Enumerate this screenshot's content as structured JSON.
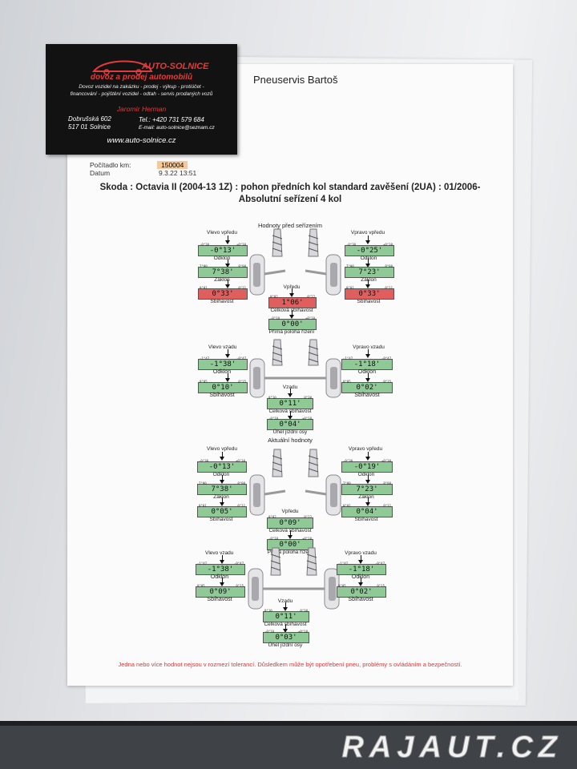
{
  "dealer": {
    "brand": "AUTO-SOLNICE",
    "slogan": "dovoz a prodej automobilů",
    "services_line1": "Dovoz vozidel na zakázku - prodej - výkup - protiúčet -",
    "services_line2": "financování - pojištění vozidel - odtah - servis prodaných vozů",
    "person": "Jaromír Herman",
    "address_line1": "Dobrušská 602",
    "address_line2": "517 01 Solnice",
    "phone": "Tel.: +420 731 579 684",
    "email": "E-mail: auto-solnice@seznam.cz",
    "web": "www.auto-solnice.cz",
    "colors": {
      "background": "#121212",
      "accent": "#e23b3b"
    }
  },
  "report": {
    "company": "Pneuservis Bartoš",
    "odometer_label": "Počítadlo km:",
    "odometer_value": "150004",
    "date_label": "Datum",
    "date_value": "9.3.22 13:51",
    "title_line1": "Skoda : Octavia II (2004-13 1Z) : pohon předních kol standard zavěšení (2UA) : 01/2006-",
    "title_line2": "Absolutní seřízení 4 kol",
    "before_heading": "Hodnoty před seřízením",
    "after_heading": "Aktuální hodnoty",
    "footer_note": "Jedna nebo více hodnot nejsou v rozmezí tolerancí.  Důsledkem může být opotřebení pneu, problémy s ovládáním a bezpečností."
  },
  "labels": {
    "left_front": "Vlevo vpředu",
    "right_front": "Vpravo vpředu",
    "left_rear": "Vlevo vzadu",
    "right_rear": "Vpravo vzadu",
    "front": "Vpředu",
    "rear": "Vzadu",
    "camber": "Odklon",
    "caster": "Záklon",
    "toe": "Sbíhavost",
    "total_toe": "Celková sbíhavost",
    "steer_straight": "Přímá poloha řízení",
    "thrust_angle": "Úhel jízdní osy"
  },
  "before": {
    "front": {
      "left_camber": "-0°13'",
      "left_caster": "7°38'",
      "left_toe": "0°33'",
      "right_camber": "-0°25'",
      "right_caster": "7°23'",
      "right_toe": "0°33'",
      "total_toe": "1°06'",
      "steer_straight": "0°00'"
    },
    "rear": {
      "left_camber": "-1°38'",
      "left_toe": "0°10'",
      "right_camber": "-1°18'",
      "right_toe": "0°02'",
      "total_toe": "0°11'",
      "thrust_angle": "0°04'"
    }
  },
  "after": {
    "front": {
      "left_camber": "-0°13'",
      "left_caster": "7°38'",
      "left_toe": "0°05'",
      "right_camber": "-0°19'",
      "right_caster": "7°23'",
      "right_toe": "0°04'",
      "total_toe": "0°09'",
      "steer_straight": "0°00'"
    },
    "rear": {
      "left_camber": "-1°38'",
      "left_toe": "0°09'",
      "right_camber": "-1°18'",
      "right_toe": "0°02'",
      "total_toe": "0°11'",
      "thrust_angle": "0°03'"
    }
  },
  "watermark": "RAJAUT.CZ",
  "colors": {
    "in_tolerance": "#8fc996",
    "out_of_tolerance": "#df5f5f",
    "warning_text": "#d23a3a"
  }
}
